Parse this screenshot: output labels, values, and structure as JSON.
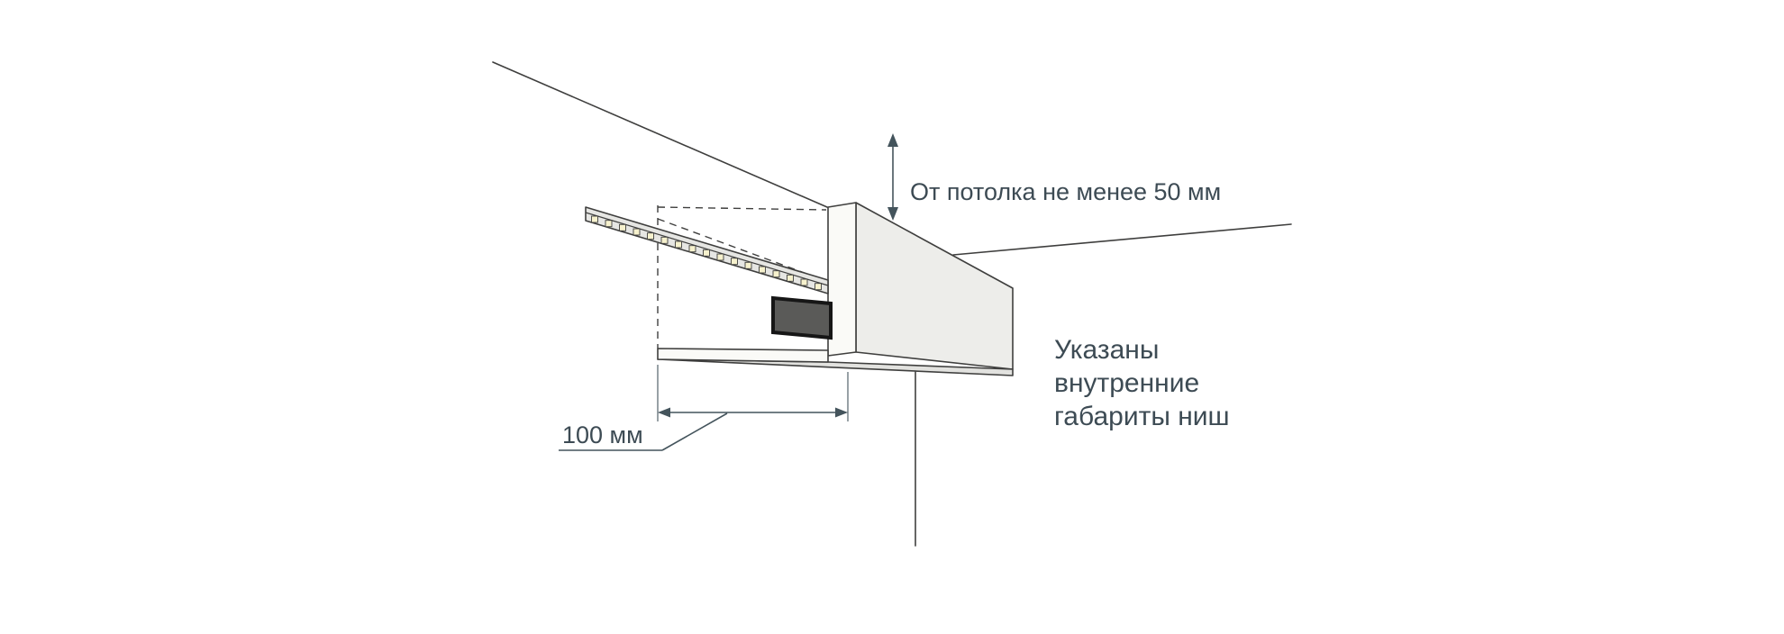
{
  "diagram": {
    "labels": {
      "ceiling_clearance": "От потолка не менее 50 мм",
      "niche_width": "100 мм"
    },
    "note_lines": [
      "Указаны",
      "внутренние",
      "габариты ниш"
    ],
    "led_count": 17,
    "colors": {
      "line": "#3f3f3e",
      "accent": "#44545c",
      "text": "#3d4b54",
      "panel_light": "#fafaf7",
      "panel_mid": "#ededea",
      "panel_shadow": "#e2e2df",
      "strip": "#e6e6e3",
      "led": "#f6f1cd",
      "driver_fill": "#5a5a58",
      "driver_edge": "#161616"
    }
  }
}
